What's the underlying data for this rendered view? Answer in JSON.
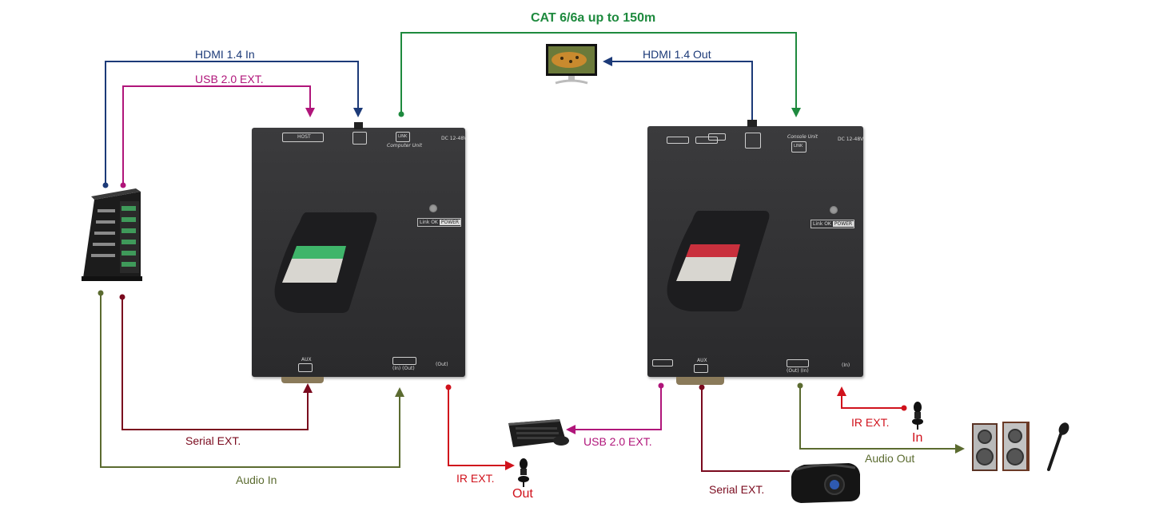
{
  "title": "CAT 6/6a up to 150m",
  "connections": {
    "hdmi_in": "HDMI 1.4 In",
    "usb_in": "USB 2.0 EXT.",
    "hdmi_out": "HDMI 1.4 Out",
    "serial_left": "Serial EXT.",
    "audio_in": "Audio In",
    "ir_left": "IR EXT.",
    "ir_left_dir": "Out",
    "usb_out": "USB 2.0 EXT.",
    "serial_right": "Serial EXT.",
    "ir_right": "IR EXT.",
    "ir_right_dir": "In",
    "audio_out": "Audio Out"
  },
  "transmitter": {
    "usb_port_label": "HOST",
    "link_port_label": "LINK",
    "link_sub_label": "Computer Unit",
    "dc_label": "DC 12-48V",
    "aux_label": "AUX",
    "audio_label": "(In) (Out)",
    "ir_label": "(Out)",
    "status_link": "Link OK",
    "status_power": "POWER"
  },
  "receiver": {
    "link_port_label": "LINK",
    "link_sub_label": "Console Unit",
    "dc_label": "DC 12-48V",
    "aux_label": "AUX",
    "audio_label": "(Out) (In)",
    "ir_label": "(In)",
    "status_link": "Link OK",
    "status_power": "POWER"
  },
  "colors": {
    "green": "#1e8a3e",
    "navy": "#1c3a78",
    "magenta": "#b0157a",
    "darkred": "#7a0a1e",
    "red": "#d0121c",
    "olive": "#5b6b30",
    "tx_accent": "#3fb56a",
    "rx_accent": "#c9303d"
  }
}
